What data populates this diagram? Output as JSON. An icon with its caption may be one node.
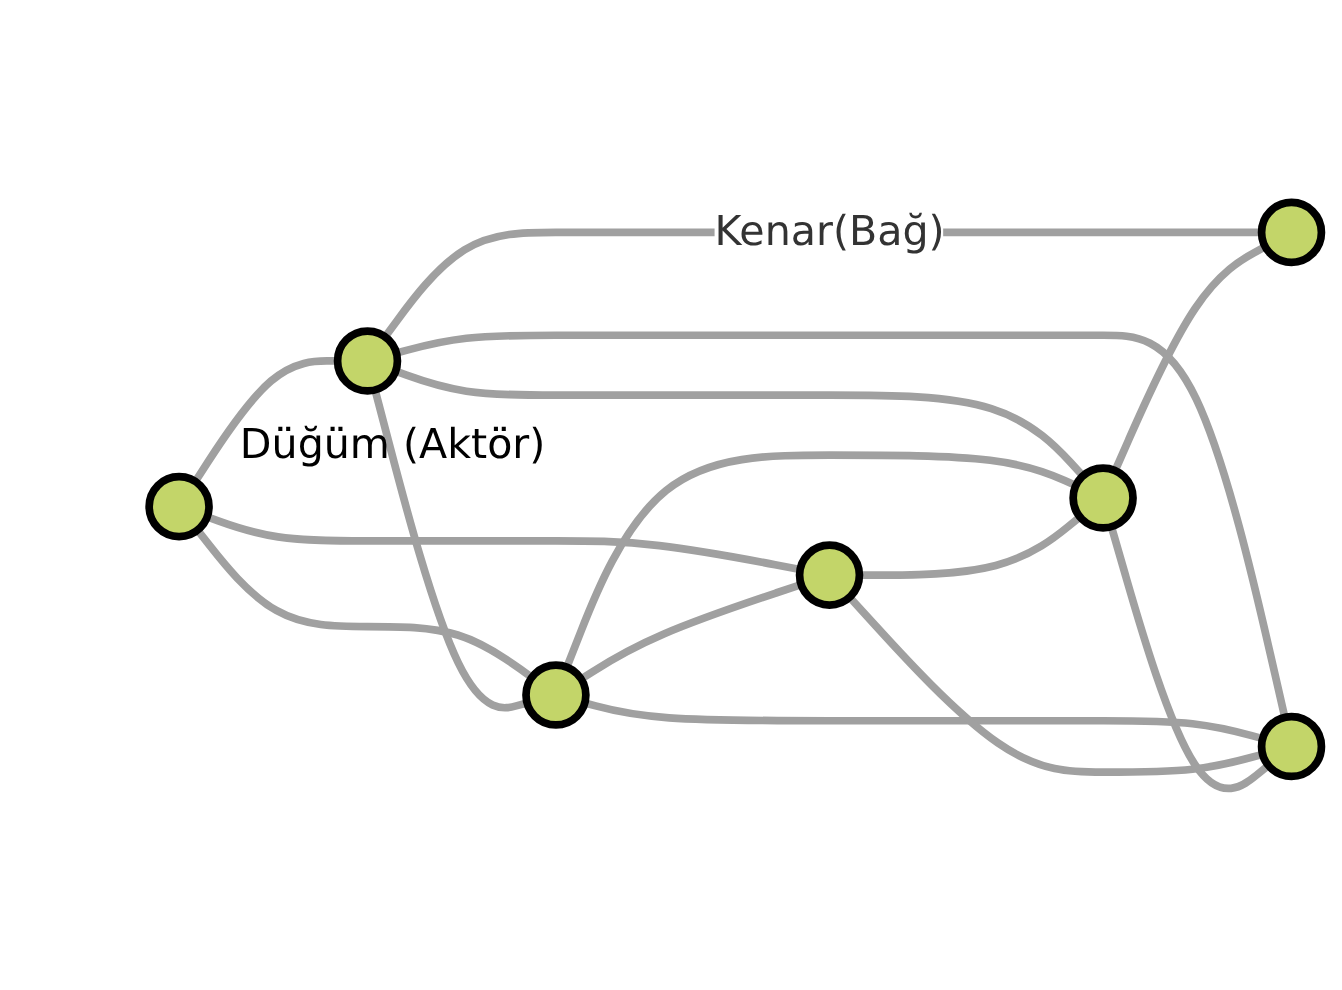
{
  "diagram": {
    "nodes": [
      {
        "text": [],
        "shape": "circle",
        "beside": [
          "Düğüm (Aktör)"
        ]
      },
      {
        "text": [],
        "shape": "circle"
      },
      {
        "text": [],
        "shape": "circle"
      },
      {
        "text": [],
        "shape": "circle"
      },
      {
        "text": [],
        "shape": "circle"
      },
      {
        "text": [],
        "shape": "circle"
      },
      {
        "text": [],
        "shape": "circle"
      }
    ],
    "edges": [
      {
        "from": 0,
        "to": 1,
        "arrow": "none"
      },
      {
        "from": 0,
        "to": 2,
        "arrow": "none"
      },
      {
        "from": 0,
        "to": 4,
        "arrow": "none"
      },
      {
        "from": 1,
        "to": 2,
        "arrow": "none"
      },
      {
        "from": 1,
        "to": 3,
        "arrow": "none",
        "label": "Kenar(Bağ)"
      },
      {
        "from": 1,
        "to": 5,
        "arrow": "none"
      },
      {
        "from": 1,
        "to": 6,
        "arrow": "none"
      },
      {
        "from": 2,
        "to": 4,
        "arrow": "none"
      },
      {
        "from": 2,
        "to": 5,
        "arrow": "none"
      },
      {
        "from": 2,
        "to": 6,
        "arrow": "none"
      },
      {
        "from": 4,
        "to": 5,
        "arrow": "none"
      },
      {
        "from": 4,
        "to": 6,
        "arrow": "none"
      },
      {
        "from": 5,
        "to": 3,
        "arrow": "none"
      },
      {
        "from": 5,
        "to": 6,
        "arrow": "none"
      }
    ]
  }
}
